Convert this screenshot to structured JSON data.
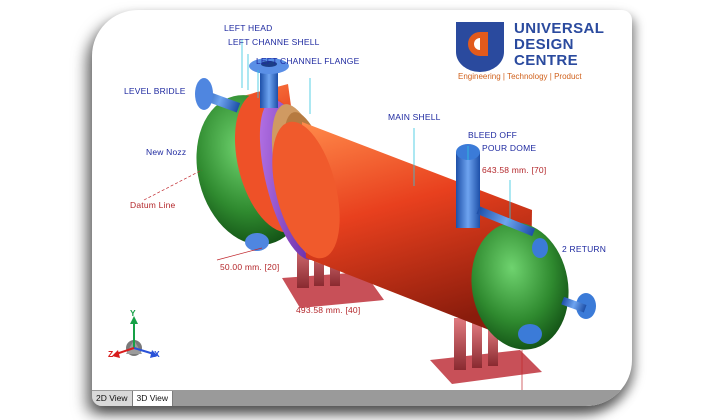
{
  "logo": {
    "line1": "UNIVERSAL",
    "line2": "DESIGN",
    "line3": "CENTRE",
    "tagline": "Engineering | Technology  |  Product",
    "brand_color": "#2a4a9e",
    "accent_color": "#e25a1c"
  },
  "labels": {
    "left_head": "LEFT HEAD",
    "left_channel_shell": "LEFT CHANNE SHELL",
    "left_channel_flange": "LEFT CHANNEL FLANGE",
    "level_bridle": "LEVEL BRIDLE",
    "new_nozzle": "New Nozz",
    "datum_line": "Datum Line",
    "main_shell": "MAIN SHELL",
    "bleed_off": "BLEED OFF",
    "vapour_dome": "POUR DOME",
    "return": "2 RETURN",
    "dim_70": "643.58 mm.  [70]",
    "dim_20": "50.00 mm.  [20]",
    "dim_40": "493.58 mm.  [40]"
  },
  "axes": {
    "y": "Y",
    "z": "Z",
    "x": "X"
  },
  "tabs": [
    {
      "label": "2D View",
      "active": false
    },
    {
      "label": "3D View",
      "active": true
    }
  ],
  "colors": {
    "shell": "#e8401e",
    "head": "#2f8a2f",
    "flange": "#7a30d0",
    "saddle": "#c0484f",
    "nozzle": "#3b7bd8"
  },
  "icons": [
    "axis-triad-icon"
  ]
}
